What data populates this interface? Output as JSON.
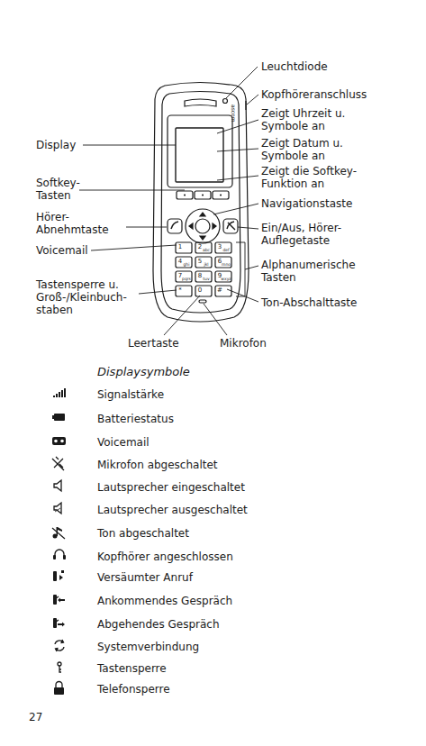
{
  "diagram": {
    "labels": [
      "Leuchtdiode",
      "Kopfhöreranschluss",
      "Zeigt Uhrzeit u. Symbole an",
      "Zeigt Datum u. Symbole an",
      "Zeigt die Softkey- Funktion an",
      "Navigationstaste",
      "Ein/Aus, Hörer- Auflegetaste",
      "Alphanumerische Tasten",
      "Ton-Abschalttaste",
      "Mikrofon",
      "Leertaste",
      "Display",
      "Softkey- Tasten",
      "Hörer- Abnehmtaste",
      "Voicemail",
      "Tastensperre u. Groß-/Kleinbuch- staben",
      "ascom",
      "1",
      "2",
      "3",
      "4",
      "5",
      "6",
      "7",
      "8",
      "9",
      "*",
      "0",
      "#",
      "abc",
      "def",
      "ghi",
      "jkl",
      "mno",
      "pqrs",
      "tuv",
      "wxyz",
      "Displaysymbole",
      "Signalstärke",
      "Batteriestatus",
      "Voicemail",
      "Mikrofon abgeschaltet",
      "Lautsprecher eingeschaltet",
      "Lautsprecher ausgeschaltet",
      "Ton abgeschaltet",
      "Kopfhörer angeschlossen",
      "Versäumter Anruf",
      "Ankommendes Gespräch",
      "Abgehendes Gespräch",
      "Systemverbindung",
      "Tastensperre",
      "Telefonsperre",
      "27"
    ]
  }
}
